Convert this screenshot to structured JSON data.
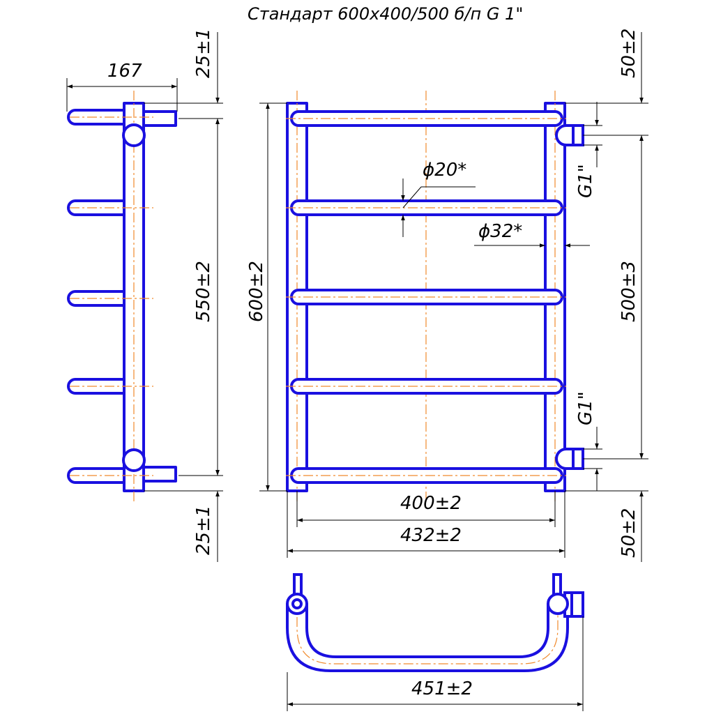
{
  "title": "Стандарт 600x400/500 б/п  G 1\"",
  "dimensions": {
    "side_depth": "167",
    "side_top_offset": "25±1",
    "side_height": "550±2",
    "side_bottom_offset": "25±1",
    "front_height": "600±2",
    "inner_width": "400±2",
    "outer_width": "432±2",
    "top_offset": "50±2",
    "center_distance": "500±3",
    "bottom_offset": "50±2",
    "crossbar_diameter": "ϕ20*",
    "riser_diameter": "ϕ32*",
    "thread_top": "G1\"",
    "thread_bottom": "G1\"",
    "top_view_width": "451±2"
  },
  "colors": {
    "part_outline": "#1a10e0",
    "axis_line": "#f08a2c",
    "dimension_line": "#000000"
  }
}
